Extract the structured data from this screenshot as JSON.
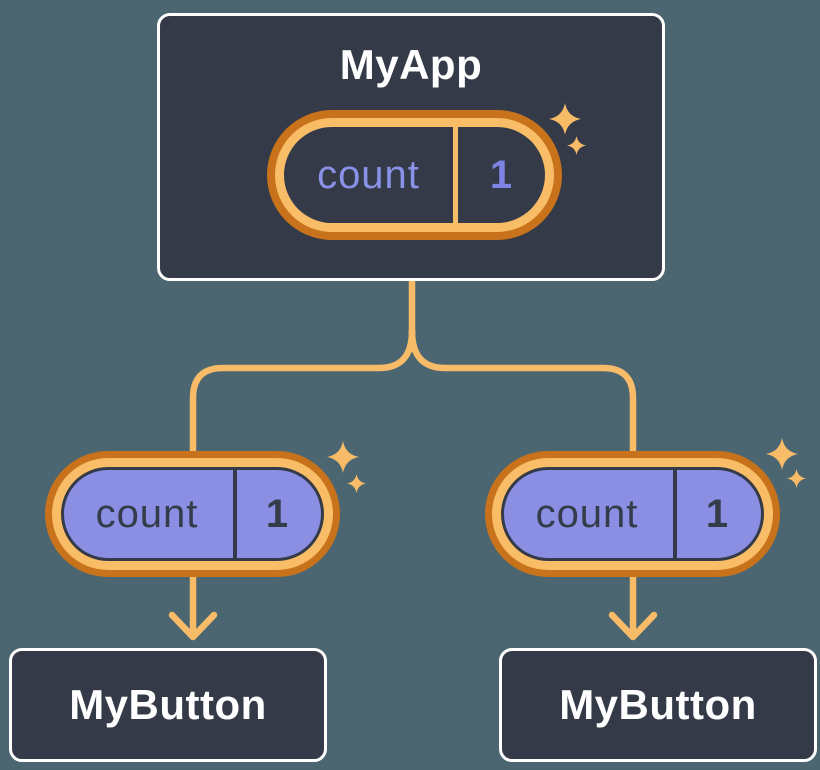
{
  "diagram": {
    "root": {
      "title": "MyApp",
      "pill": {
        "label": "count",
        "value": "1"
      }
    },
    "children": [
      {
        "title": "MyButton",
        "pill": {
          "label": "count",
          "value": "1"
        }
      },
      {
        "title": "MyButton",
        "pill": {
          "label": "count",
          "value": "1"
        }
      }
    ],
    "icons": {
      "sparkle": "sparkle-icon",
      "arrow": "arrow-down-icon"
    },
    "colors": {
      "background": "#4C6671",
      "component_box": "#343A47",
      "box_border": "#FFFFFF",
      "pill_outer_ring": "#C8731B",
      "pill_inner_ring": "#F9BC67",
      "pill_fill": "#8A8FE4",
      "connector": "#F8BC69",
      "state_label_text": "#8A92E8",
      "state_value_text": "#7D84E5",
      "pill_dark_text": "#353C49",
      "title_text": "#FFFFFF"
    }
  }
}
